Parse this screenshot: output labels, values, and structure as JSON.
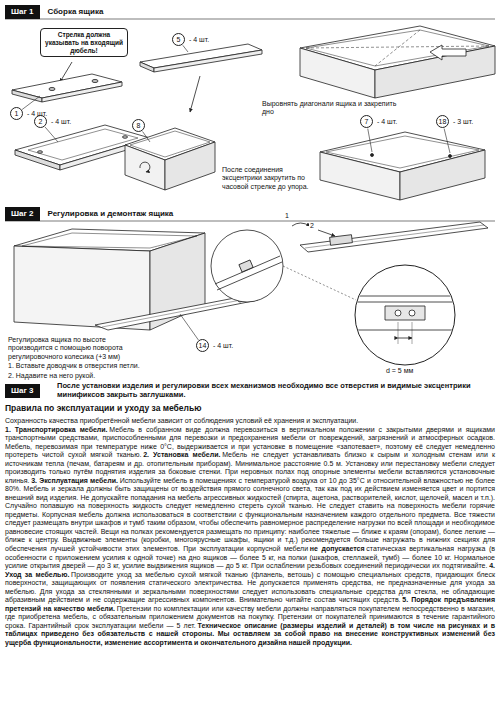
{
  "diagram": {
    "nodes": [
      {
        "text": [
          "Шаг 1",
          "Сборка ящика"
        ]
      },
      {
        "text": [
          "Стрелка должна указывать на входящий дюбель!"
        ]
      },
      {
        "text": [
          "5",
          "- 4 шт."
        ]
      },
      {
        "text": [
          "1",
          "- 4 шт."
        ]
      },
      {
        "text": [
          "2",
          "- 4 шт."
        ]
      },
      {
        "text": [
          "8"
        ]
      },
      {
        "text": [
          "7",
          "- 4 шт."
        ]
      },
      {
        "text": [
          "18",
          "- 3 шт."
        ]
      },
      {
        "text": [
          "Шаг 2",
          "Регулировка и демонтаж ящика"
        ]
      },
      {
        "text": [
          "14",
          "- 4 шт."
        ]
      },
      {
        "text": [
          "Шаг 3",
          "После установки изделия и регулировки всех механизмов необходимо все отверстия и видимые эксцентрики минификсов закрыть заглушками."
        ]
      }
    ],
    "labels": [
      "Выровнять диагонали ящика и закрепить дно",
      "После соединения эксцентрики закрутить по часовой стрелке до упора.",
      "Регулировка ящика по высоте производится с помощью поворота регулировочного колесика (+3 мм)",
      "1. Вставьте доводчик в отверстия петли.",
      "2. Надавите на него рукой.",
      "d = 5 мм",
      "1",
      "2",
      "Правила по эксплуатации и уходу за мебелью",
      "Сохранность качества приобретённой мебели зависит от соблюдения условий её хранения и эксплуатации.",
      "1. Транспортировка мебели.",
      "Мебель в собранном виде должна перевозиться в вертикальном положении с закрытыми дверями и ящиками транспортными средствами, приспособленными для перевозки и предохранения мебели от повреждений, загрязнений и атмосферных осадков. Мебель, перевозимая при температуре ниже 0°С, выдерживается и при установке в помещение «запотевает», поэтому её следует немедленно протереть чистой сухой мягкой тканью.",
      "2. Установка мебели.",
      "Мебель не следует устанавливать близко к сырым и холодным стенам или к источникам тепла (печам, батареям и др. отопительным приборам). Минимальное расстояние 0.5 м. Установку или перестановку мебели следует производить только путём поднятия изделия за боковые стенки. При неровных полах под опорные элементы мебели вставляются установочные клинья.",
      "3. Эксплуатация мебели.",
      "Используйте мебель в помещениях с температурой воздуха от 10 до 35°С и относительной влажностью не более 80%. Мебель и зеркала должны быть защищены от воздействия прямого солнечного света, так как под их действием изменяется цвет и портится внешний вид изделия. Не допускайте попадания на мебель агрессивных жидкостей (спирта, ацетона, растворителей, кислот, щелочей, масел и т.п.). Случайно попавшую на поверхность жидкость следует немедленно стереть сухой тканью. Не следует ставить на поверхность мебели горячие предметы. Корпусная мебель должна использоваться в соответствии с функциональным назначением каждого отдельного предмета. Все тяжести следует размещать внутри шкафов и тумб таким образом, чтобы обеспечить равномерное распределение нагрузки по всей площади и необходимое равновесие стоящих частей. Вещи на полках рекомендуется размещать по принципу: наиболее тяжелые — ближе к краям (опорам), более легкие — ближе к центру. Выдвижные элементы (коробки, многоярусные шкафы, ящики и т.д.) рекомендуется больше нагружать в нижних секциях для обеспечения лучшей устойчивости этих элементов. При эксплуатации корпусной мебели",
      "не допускается",
      "статическая вертикальная нагрузка (в особенности с приложением усилия к одной точке) на дно ящиков — более 5 кг, на полки (шкафов, стеллажей, тумб) — более 10 кг. Нормальное усилие открытия дверей — до 3 кг, усилие выдвижения ящиков — до 5 кг. При ослаблении резьбовых соединений периодически их подтягивайте.",
      "4. Уход за мебелью.",
      "Производите уход за мебелью сухой мягкой тканью (фланель, ветошь) с помощью специальных средств, придающих блеск поверхности, защищающих от появления статического электричества. Не допускается применять средства, не предназначенные для ухода за мебелью. Для ухода за стеклянными и зеркальными поверхностями следует использовать специальные средства для стекла, не обладающие абразивным действием и не содержащие агрессивных компонентов. Внимательно читайте состав чистящих средств.",
      "5. Порядок предъявления претензий на качество мебели.",
      "Претензии по комплектации или качеству мебели должны направляться покупателем непосредственно в магазин, где приобретена мебель, с обязательным приложением документов на покупку. Претензии от покупателей принимаются в течение гарантийного срока. Гарантийный срок эксплуатации мебели — 5 лет.",
      "Техническое описание (размеры изделий и деталей) в том числе на рисунках и в таблицах приведено без обязательств с нашей стороны. Мы оставляем за собой право на внесение конструктивных изменений без ущерба функциональности, изменение ассортимента и окончательного дизайна нашей продукции."
    ]
  }
}
